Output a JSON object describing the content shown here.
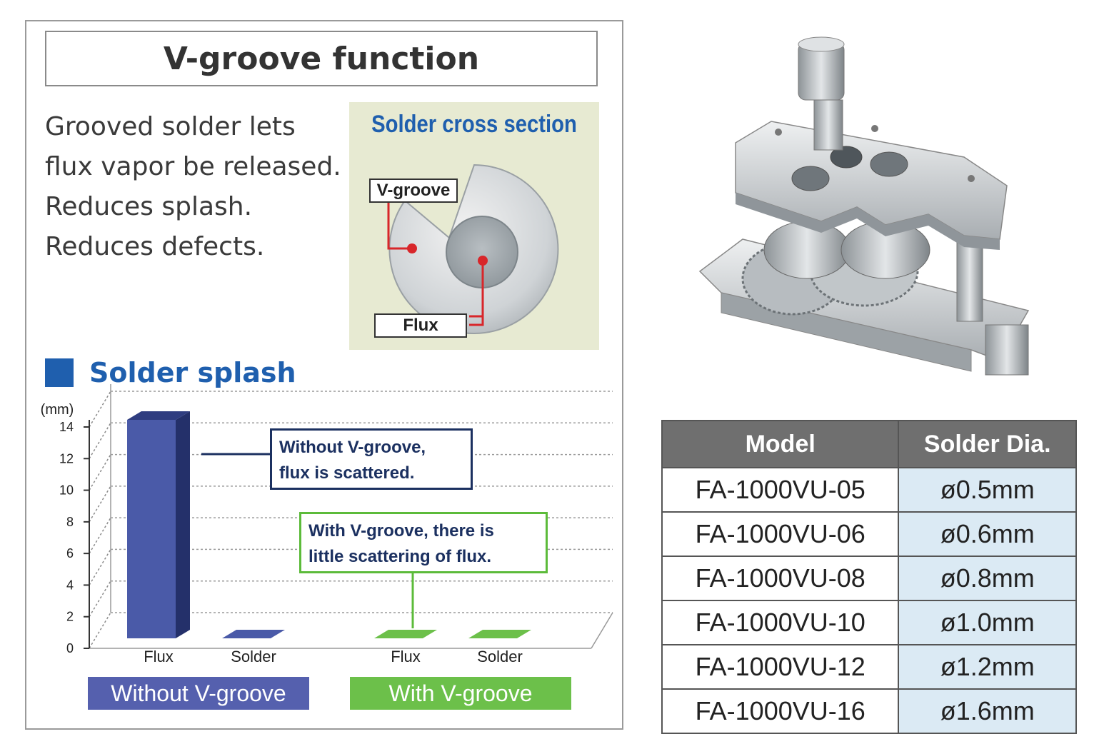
{
  "vgroove": {
    "title": "V-groove function",
    "description": [
      "Grooved solder lets",
      "flux vapor be released.",
      "Reduces splash.",
      "Reduces defects."
    ],
    "cross_section_title": "Solder cross section",
    "label_vgroove": "V-groove",
    "label_flux": "Flux"
  },
  "splash": {
    "title": "Solder splash",
    "note_without": [
      "Without V-groove,",
      "flux is scattered."
    ],
    "note_with": [
      "With V-groove, there is",
      "little scattering of flux."
    ],
    "group_without": "Without V-groove",
    "group_with": "With V-groove"
  },
  "chart_data": {
    "type": "bar",
    "title": "Solder splash",
    "ylabel": "(mm)",
    "ylim": [
      0,
      14
    ],
    "yticks": [
      0,
      2,
      4,
      6,
      8,
      10,
      12,
      14
    ],
    "grid": true,
    "categories": [
      "Flux",
      "Solder",
      "Flux",
      "Solder"
    ],
    "groups": [
      "Without V-groove",
      "Without V-groove",
      "With V-groove",
      "With V-groove"
    ],
    "values": [
      14,
      0,
      0,
      0
    ],
    "colors": [
      "#4a5aa8",
      "#4a5aa8",
      "#6cc04a",
      "#6cc04a"
    ]
  },
  "table": {
    "headers": [
      "Model",
      "Solder Dia."
    ],
    "rows": [
      [
        "FA-1000VU-05",
        "ø0.5mm"
      ],
      [
        "FA-1000VU-06",
        "ø0.6mm"
      ],
      [
        "FA-1000VU-08",
        "ø0.8mm"
      ],
      [
        "FA-1000VU-10",
        "ø1.0mm"
      ],
      [
        "FA-1000VU-12",
        "ø1.2mm"
      ],
      [
        "FA-1000VU-16",
        "ø1.6mm"
      ]
    ]
  }
}
